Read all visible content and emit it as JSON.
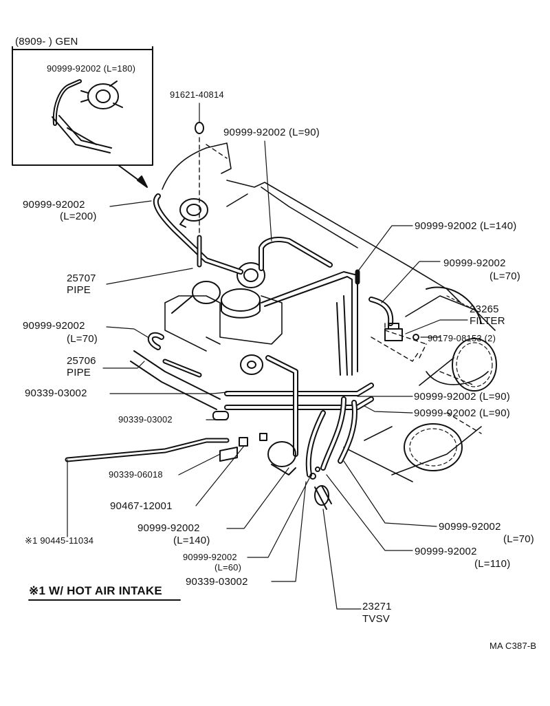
{
  "inset": {
    "title": "(8909-      ) GEN",
    "hose_label": "90999-92002 (L=180)"
  },
  "labels": {
    "bolt_91621": "91621-40814",
    "hose_top_l90": "90999-92002 (L=90)",
    "hose_left_l200_part": "90999-92002",
    "hose_left_l200_len": "(L=200)",
    "pipe_25707_part": "25707",
    "pipe_25707_name": "PIPE",
    "hose_right_l140": "90999-92002 (L=140)",
    "hose_right_l70_part": "90999-92002",
    "hose_right_l70_len": "(L=70)",
    "filter_part": "23265",
    "filter_name": "FILTER",
    "hose_left_l70_part": "90999-92002",
    "hose_left_l70_len": "(L=70)",
    "nut_90179": "90179-08153 (2)",
    "pipe_25706_part": "25706",
    "pipe_25706_name": "PIPE",
    "clip_90339_a": "90339-03002",
    "hose_mid_l90_a": "90999-92002 (L=90)",
    "hose_mid_l90_b": "90999-92002 (L=90)",
    "clip_90339_b": "90339-03002",
    "clip_90339_06018": "90339-06018",
    "part_90467": "90467-12001",
    "hose_bottom_l140_part": "90999-92002",
    "hose_bottom_l140_len": "(L=140)",
    "hose_bottom_l60_part": "90999-92002",
    "hose_bottom_l60_len": "(L=60)",
    "clip_90339_c": "90339-03002",
    "hose_br_l70_part": "90999-92002",
    "hose_br_l70_len": "(L=70)",
    "hose_br_l110_part": "90999-92002",
    "hose_br_l110_len": "(L=110)",
    "tvsv_part": "23271",
    "tvsv_name": "TVSV",
    "hose_90445": "※1 90445-11034",
    "footnote": "※1 W/ HOT AIR INTAKE",
    "drawing_code": "MA  C387-B"
  }
}
